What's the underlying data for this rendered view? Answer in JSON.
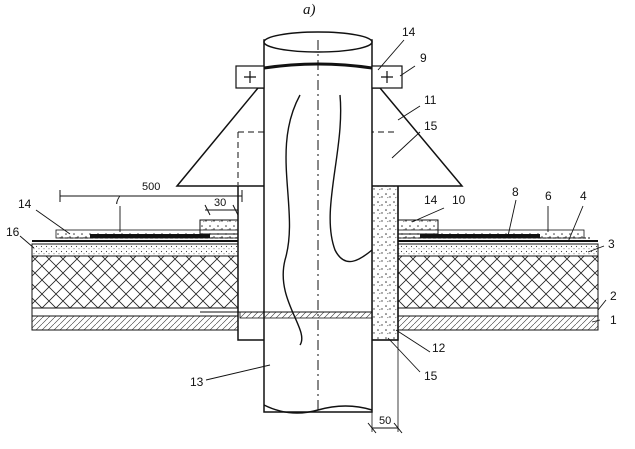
{
  "figure": {
    "title": "а)",
    "callouts": [
      "1",
      "2",
      "3",
      "4",
      "6",
      "7",
      "8",
      "9",
      "10",
      "11",
      "12",
      "13",
      "14",
      "14",
      "14",
      "15",
      "15",
      "16"
    ],
    "dimensions": {
      "overlap_500": "500",
      "gap_30": "30",
      "gap_50": "50"
    }
  }
}
